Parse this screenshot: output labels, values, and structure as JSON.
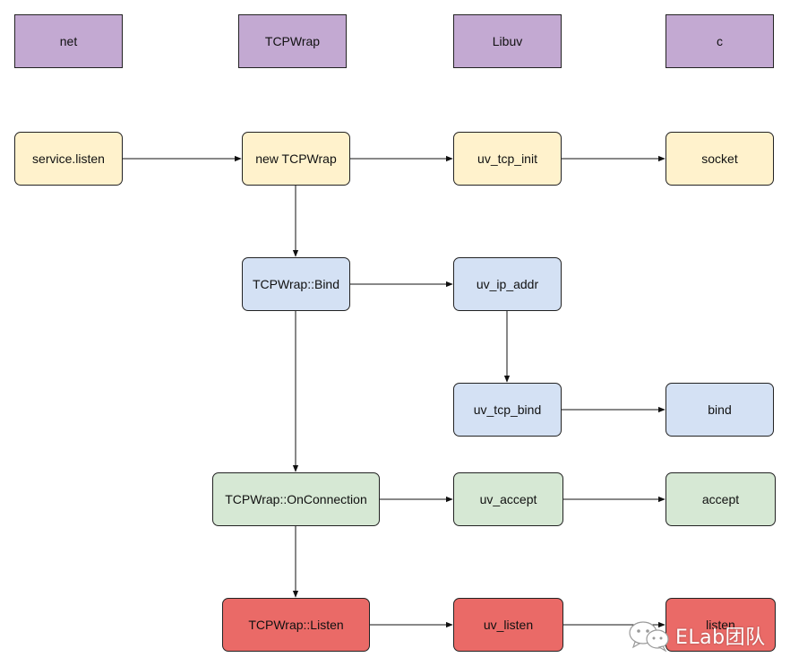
{
  "colors": {
    "header": "#c3a9d2",
    "yellow": "#fff2cc",
    "blue": "#d4e1f4",
    "green": "#d6e8d4",
    "red": "#ea6a67",
    "edge": "#111111"
  },
  "headers": {
    "net": "net",
    "tcpwrap": "TCPWrap",
    "libuv": "Libuv",
    "c": "c"
  },
  "nodes": {
    "service_listen": "service.listen",
    "new_tcpwrap": "new TCPWrap",
    "uv_tcp_init": "uv_tcp_init",
    "socket": "socket",
    "tcpwrap_bind": "TCPWrap::Bind",
    "uv_ip_addr": "uv_ip_addr",
    "uv_tcp_bind": "uv_tcp_bind",
    "bind": "bind",
    "tcpwrap_onconnection": "TCPWrap::OnConnection",
    "uv_accept": "uv_accept",
    "accept": "accept",
    "tcpwrap_listen": "TCPWrap::Listen",
    "uv_listen": "uv_listen",
    "listen": "listen"
  },
  "watermark": {
    "icon": "wechat-icon",
    "text": "ELab团队"
  }
}
